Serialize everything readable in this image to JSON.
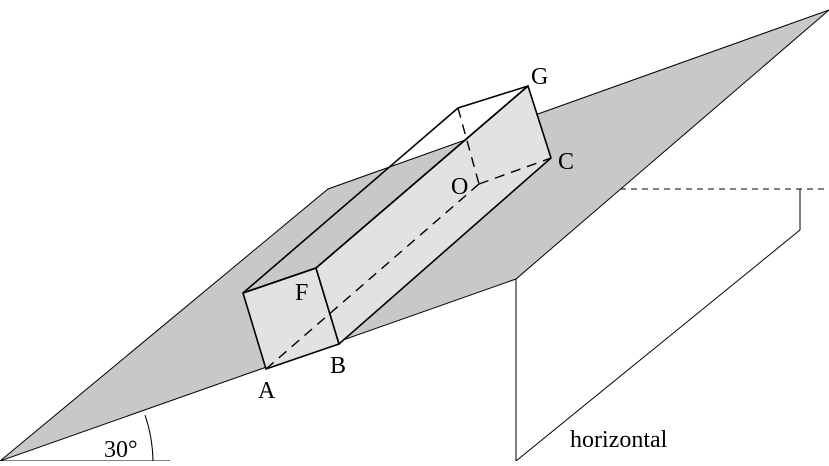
{
  "diagram": {
    "points": {
      "A": "A",
      "B": "B",
      "C": "C",
      "F": "F",
      "G": "G",
      "O": "O"
    },
    "angle_label": "30°",
    "horizontal_label": "horizontal",
    "colors": {
      "plane_fill": "#c8c8c8",
      "block_fill": "#e2e2e2",
      "stroke": "#000000",
      "background": "#ffffff"
    }
  }
}
